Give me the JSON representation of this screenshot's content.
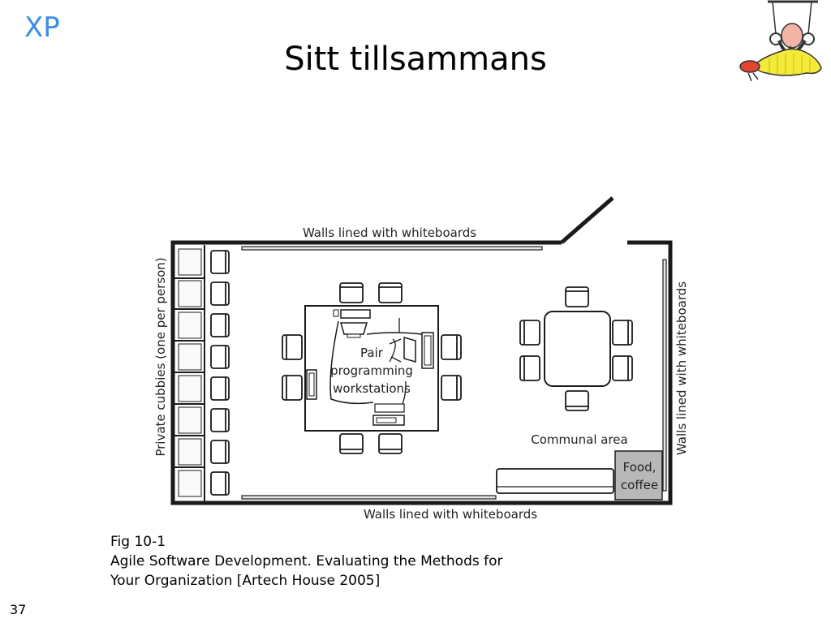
{
  "header": {
    "section_label": "XP",
    "title": "Sitt tillsammans"
  },
  "mascot": {
    "icon": "gymnast-on-rings-icon"
  },
  "diagram": {
    "label_top_wall": "Walls lined with whiteboards",
    "label_bottom_wall": "Walls lined with whiteboards",
    "label_right_wall": "Walls lined with whiteboards",
    "label_cubbies": "Private cubbies (one per person)",
    "label_pair_line1": "Pair",
    "label_pair_line2": "programming",
    "label_pair_line3": "workstations",
    "label_communal": "Communal area",
    "label_food_line1": "Food,",
    "label_food_line2": "coffee",
    "colors": {
      "walls": "#1a1a1a",
      "food_area": "#b8b8b8",
      "text": "#222222"
    }
  },
  "caption": {
    "line1": "Fig 10-1",
    "line2": "Agile Software Development. Evaluating the Methods for",
    "line3": "Your Organization [Artech House 2005]"
  },
  "footer": {
    "slide_number": "37"
  }
}
